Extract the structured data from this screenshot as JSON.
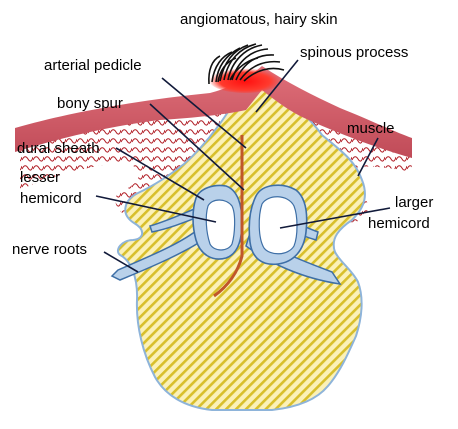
{
  "labels": {
    "skin": "angiomatous, hairy skin",
    "spinous_process": "spinous process",
    "arterial_pedicle": "arterial pedicle",
    "bony_spur": "bony spur",
    "muscle": "muscle",
    "dural_sheath": "dural sheath",
    "lesser_hemicord_1": "lesser",
    "lesser_hemicord_2": "hemicord",
    "larger_hemicord_1": "larger",
    "larger_hemicord_2": "hemicord",
    "nerve_roots": "nerve roots"
  },
  "colors": {
    "bone_fill": "#fbf1b8",
    "bone_hatch": "#d8bf2c",
    "bone_outline": "#8eb4da",
    "muscle_fill": "#ffffff",
    "muscle_pattern": "#b01c24",
    "skin_band": "#cf5a66",
    "skin_glow": "#ff1f1f",
    "hair": "#111111",
    "dura_fill": "#b9d1ea",
    "dura_outline": "#3e6fa6",
    "cord_fill": "#ffffff",
    "artery": "#c0562a",
    "leader": "#111a3a"
  }
}
